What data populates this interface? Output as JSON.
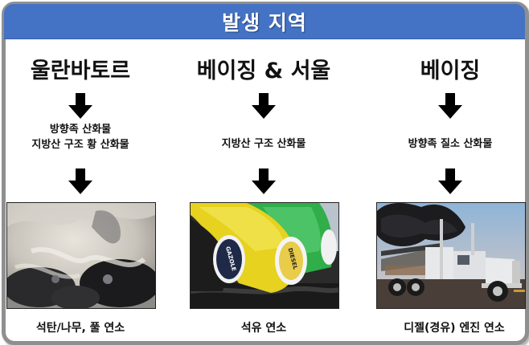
{
  "title": "발생 지역",
  "columns": [
    {
      "region": "울란바토르",
      "compounds": [
        "방향족 산화물",
        "지방산 구조 황 산화물"
      ],
      "image": "coal-wood-smoke-photo",
      "source": "석탄/나무, 풀 연소"
    },
    {
      "region": "베이징 & 서울",
      "compounds": [
        "지방산 구조 산화물"
      ],
      "image": "fuel-nozzles-photo",
      "source": "석유 연소",
      "image_labels": [
        "GAZOLE",
        "DIESEL"
      ]
    },
    {
      "region": "베이징",
      "compounds": [
        "방향족 질소 산화물"
      ],
      "image": "diesel-truck-smoke-photo",
      "source": "디젤(경유) 엔진 연소"
    }
  ],
  "colors": {
    "title_bar": "#4472c4",
    "frame": "#8f8f8f",
    "text": "#111111"
  }
}
